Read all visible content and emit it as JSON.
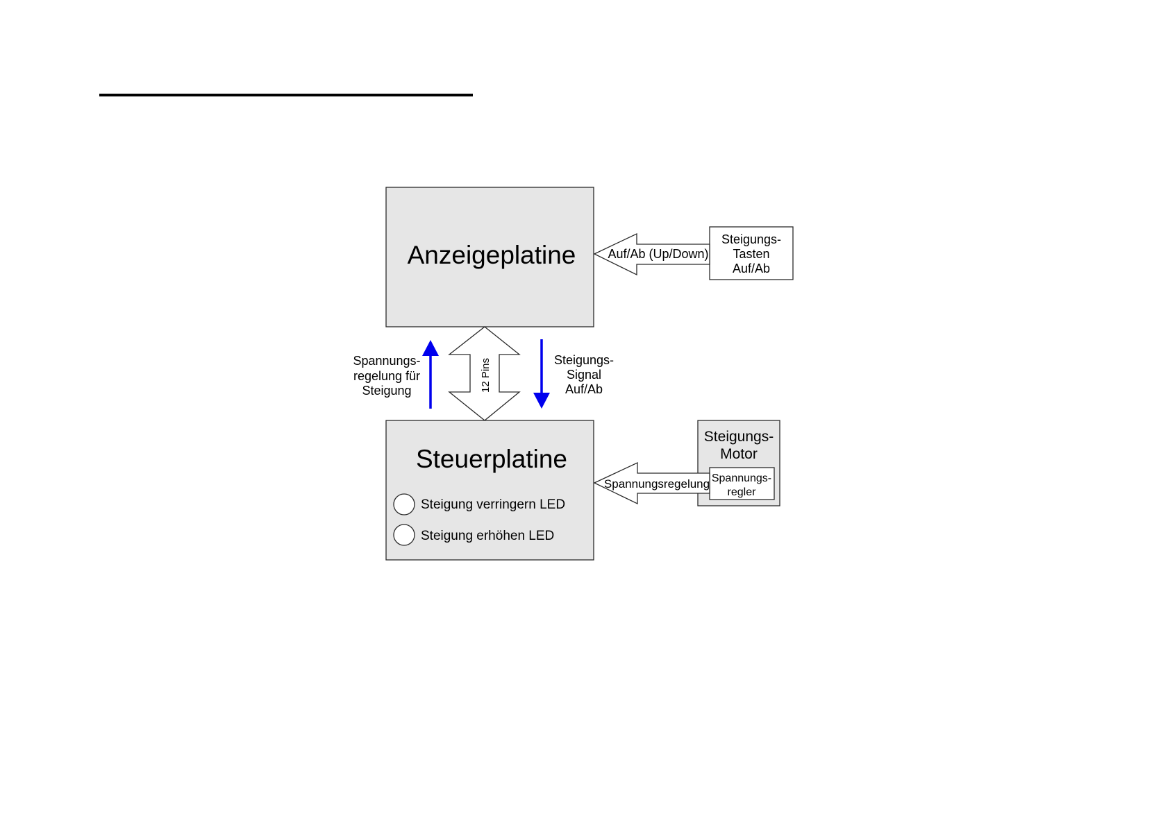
{
  "colors": {
    "board_fill": "#e6e6e6",
    "white_box_fill": "#ffffff",
    "stroke": "#2a2a2a",
    "signal_arrow": "#0000ee",
    "rule": "#000000"
  },
  "boards": {
    "display": {
      "label": "Anzeigeplatine"
    },
    "control": {
      "label": "Steuerplatine",
      "leds": [
        {
          "label": "Steigung verringern LED"
        },
        {
          "label": "Steigung erhöhen LED"
        }
      ]
    }
  },
  "keys_box": {
    "lines": [
      "Steigungs-",
      "Tasten",
      "Auf/Ab"
    ]
  },
  "motor_box": {
    "lines": [
      "Steigungs-",
      "Motor"
    ],
    "regulator_lines": [
      "Spannungs-",
      "regler"
    ]
  },
  "arrows": {
    "keys_to_display": {
      "label": "Auf/Ab (Up/Down)"
    },
    "motor_to_control": {
      "label": "Spannungsregelung"
    },
    "connector": {
      "label": "12 Pins"
    },
    "voltage_up": {
      "lines": [
        "Spannungs-",
        "regelung für",
        "Steigung"
      ]
    },
    "signal_down": {
      "lines": [
        "Steigungs-",
        "Signal",
        "Auf/Ab"
      ]
    }
  }
}
